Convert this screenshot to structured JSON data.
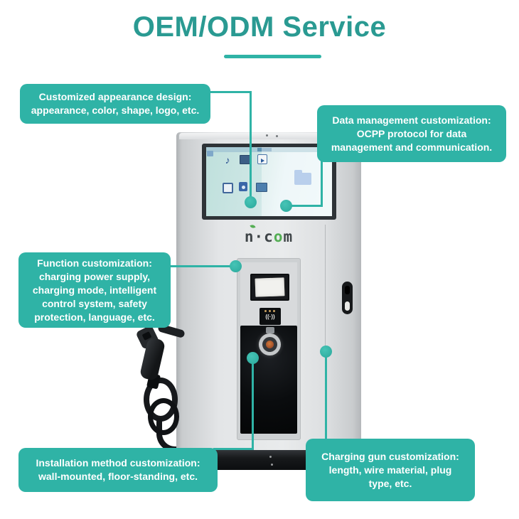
{
  "title": {
    "text": "OEM/ODM Service"
  },
  "callouts": {
    "appearance": {
      "lines": [
        "Customized appearance design:",
        "appearance, color, shape, logo, etc."
      ]
    },
    "data_management": {
      "lines": [
        "Data management customization:",
        "OCPP protocol for data",
        "management and communication."
      ]
    },
    "function": {
      "lines": [
        "Function customization:",
        "charging power supply,",
        "charging mode, intelligent",
        "control system, safety",
        "protection, language, etc."
      ]
    },
    "installation": {
      "lines": [
        "Installation method customization:",
        "wall-mounted, floor-standing, etc."
      ]
    },
    "charging_gun": {
      "lines": [
        "Charging gun customization:",
        "length, wire material, plug",
        "type, etc."
      ]
    }
  },
  "device": {
    "brand_part1": "n·c",
    "brand_part2": "o",
    "brand_part3": "m",
    "screen": {
      "music_glyph": "♪",
      "rfid_wave_glyph": "((·))",
      "icons": [
        "computer-icon",
        "music-icon",
        "monitor-icon",
        "media-icon",
        "app-icon",
        "user-icon",
        "photo-icon",
        "folder-icon"
      ]
    }
  },
  "colors": {
    "accent_teal": "#2fb3a6",
    "title_teal": "#2a9a92",
    "callout_text": "#ffffff",
    "cabinet_gray": "#e3e5e7"
  }
}
